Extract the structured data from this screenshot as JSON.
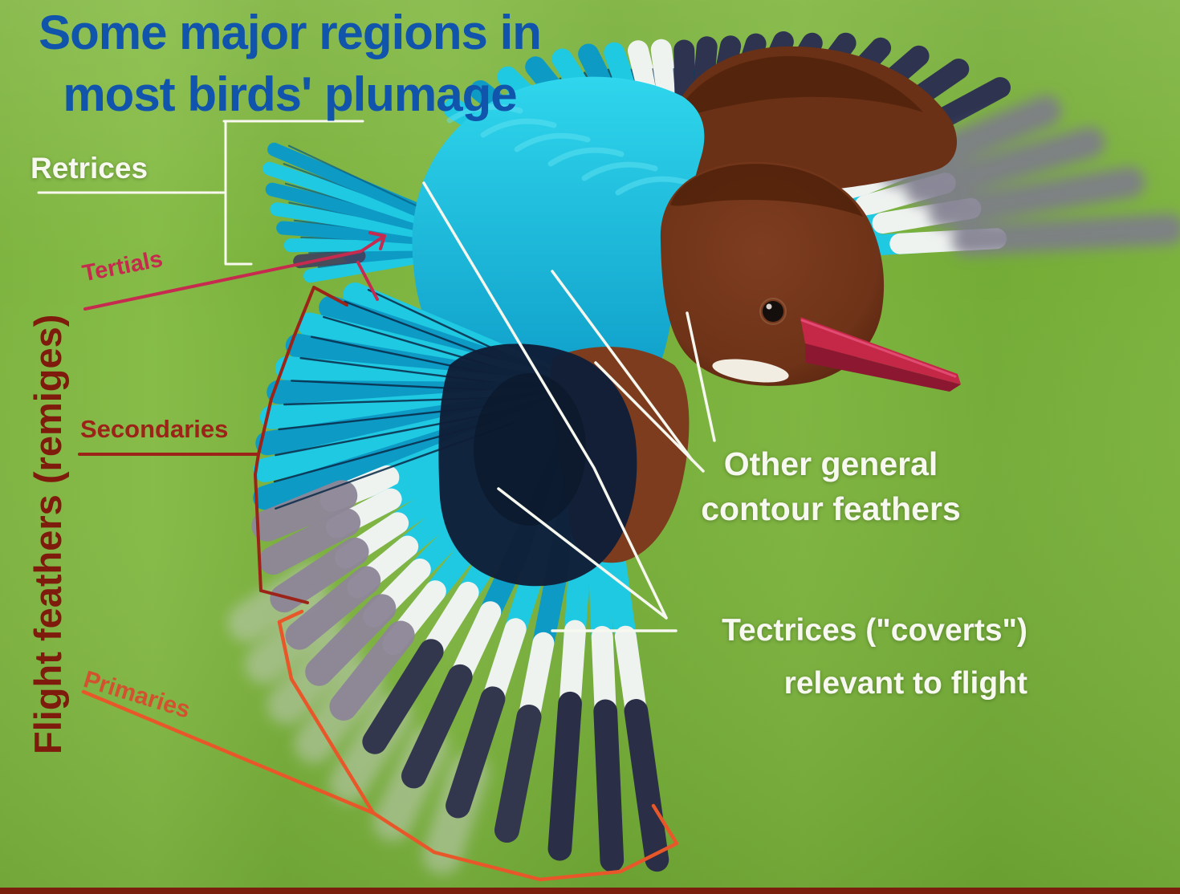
{
  "title": {
    "line1": "Some major regions in",
    "line2": "most birds' plumage"
  },
  "left_labels": {
    "retrices": "Retrices",
    "flight_feathers": "Flight feathers (remiges)",
    "tertials": "Tertials",
    "secondaries": "Secondaries",
    "primaries": "Primaries"
  },
  "right_labels": {
    "contour_line1": "Other general",
    "contour_line2": "contour feathers",
    "tectrices_line1": "Tectrices  (\"coverts\")",
    "tectrices_line2": "relevant to flight"
  },
  "colors": {
    "background_green": "#7BB23D",
    "title_blue": "#1154AC",
    "label_white": "#F7F8F0",
    "flight_red": "#7F1B0D",
    "tertials_crimson": "#C62A4E",
    "secondaries_red": "#9C2318",
    "primaries_orange": "#D2512E",
    "bracket_orange": "#E8572A",
    "bottom_bar": "#7A1F0E",
    "turquoise_bright": "#1FC9E2",
    "turquoise_deep": "#0D9BC6",
    "feather_white": "#EFF3F0",
    "feather_dark_tip": "#2E3450",
    "blur_grey": "#7E7C8C",
    "head_brown": "#6E3318",
    "mantle_brown": "#6A3117",
    "flank_brown": "#7C3C1D",
    "navy_covert": "#0F1E38",
    "bill_red": "#C52747"
  }
}
